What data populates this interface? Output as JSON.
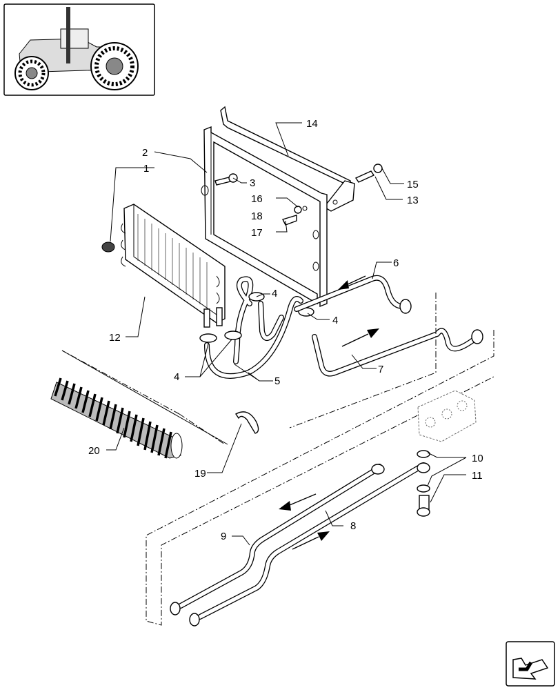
{
  "callouts": [
    {
      "id": "1",
      "text": "1"
    },
    {
      "id": "2",
      "text": "2"
    },
    {
      "id": "3",
      "text": "3"
    },
    {
      "id": "4a",
      "text": "4"
    },
    {
      "id": "4b",
      "text": "4"
    },
    {
      "id": "4c",
      "text": "4"
    },
    {
      "id": "5",
      "text": "5"
    },
    {
      "id": "6",
      "text": "6"
    },
    {
      "id": "7",
      "text": "7"
    },
    {
      "id": "8",
      "text": "8"
    },
    {
      "id": "9",
      "text": "9"
    },
    {
      "id": "10",
      "text": "10"
    },
    {
      "id": "11",
      "text": "11"
    },
    {
      "id": "12",
      "text": "12"
    },
    {
      "id": "13",
      "text": "13"
    },
    {
      "id": "14",
      "text": "14"
    },
    {
      "id": "15",
      "text": "15"
    },
    {
      "id": "16",
      "text": "16"
    },
    {
      "id": "17",
      "text": "17"
    },
    {
      "id": "18",
      "text": "18"
    },
    {
      "id": "19",
      "text": "19"
    },
    {
      "id": "20",
      "text": "20"
    }
  ],
  "icons": {
    "thumbnail": "tractor-thumbnail-icon",
    "nav": "next-page-arrow-icon"
  }
}
